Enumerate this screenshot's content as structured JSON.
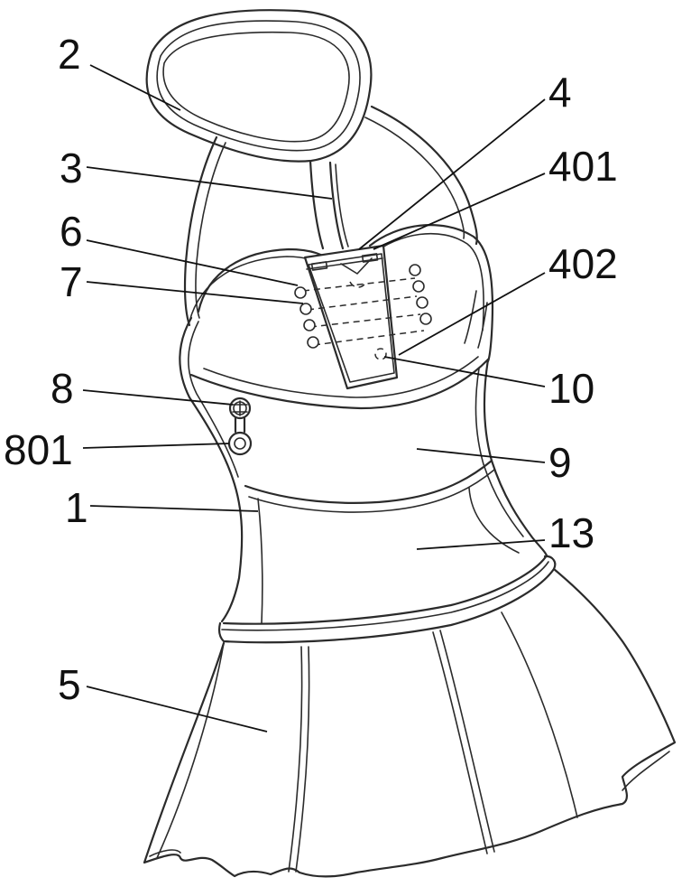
{
  "figure": {
    "callouts": {
      "c2": "2",
      "c3": "3",
      "c4": "4",
      "c401": "401",
      "c6": "6",
      "c7": "7",
      "c402": "402",
      "c8": "8",
      "c10": "10",
      "c801": "801",
      "c9": "9",
      "c1": "1",
      "c13": "13",
      "c5": "5"
    }
  }
}
